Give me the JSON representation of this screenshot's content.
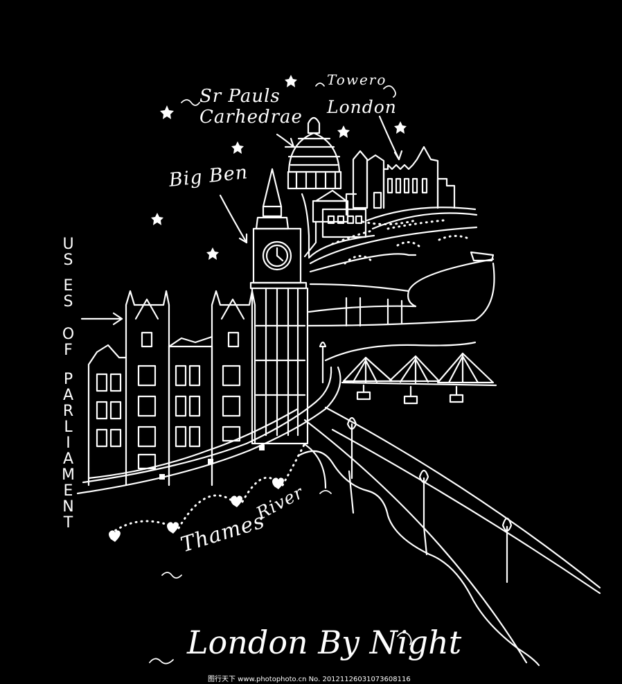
{
  "labels": {
    "st_pauls_line1": "Sr Pauls",
    "st_pauls_line2": "Carhedrae",
    "tower_line1": "Towero",
    "tower_line2": "London",
    "big_ben": "Big Ben",
    "houses_col1": "US",
    "houses_col2": "ES",
    "houses_col3": "OF",
    "houses_col4": "PARLIAMENT",
    "thames": "Thames",
    "river": "River",
    "title": "London By Night"
  },
  "watermark": "图行天下 www.photophoto.cn No. 20121126031073608116",
  "colors": {
    "background": "#000000",
    "line": "#ffffff"
  },
  "icons": [
    "star-icon",
    "arrow-icon",
    "heart-icon",
    "clock-icon",
    "lamp-icon"
  ]
}
